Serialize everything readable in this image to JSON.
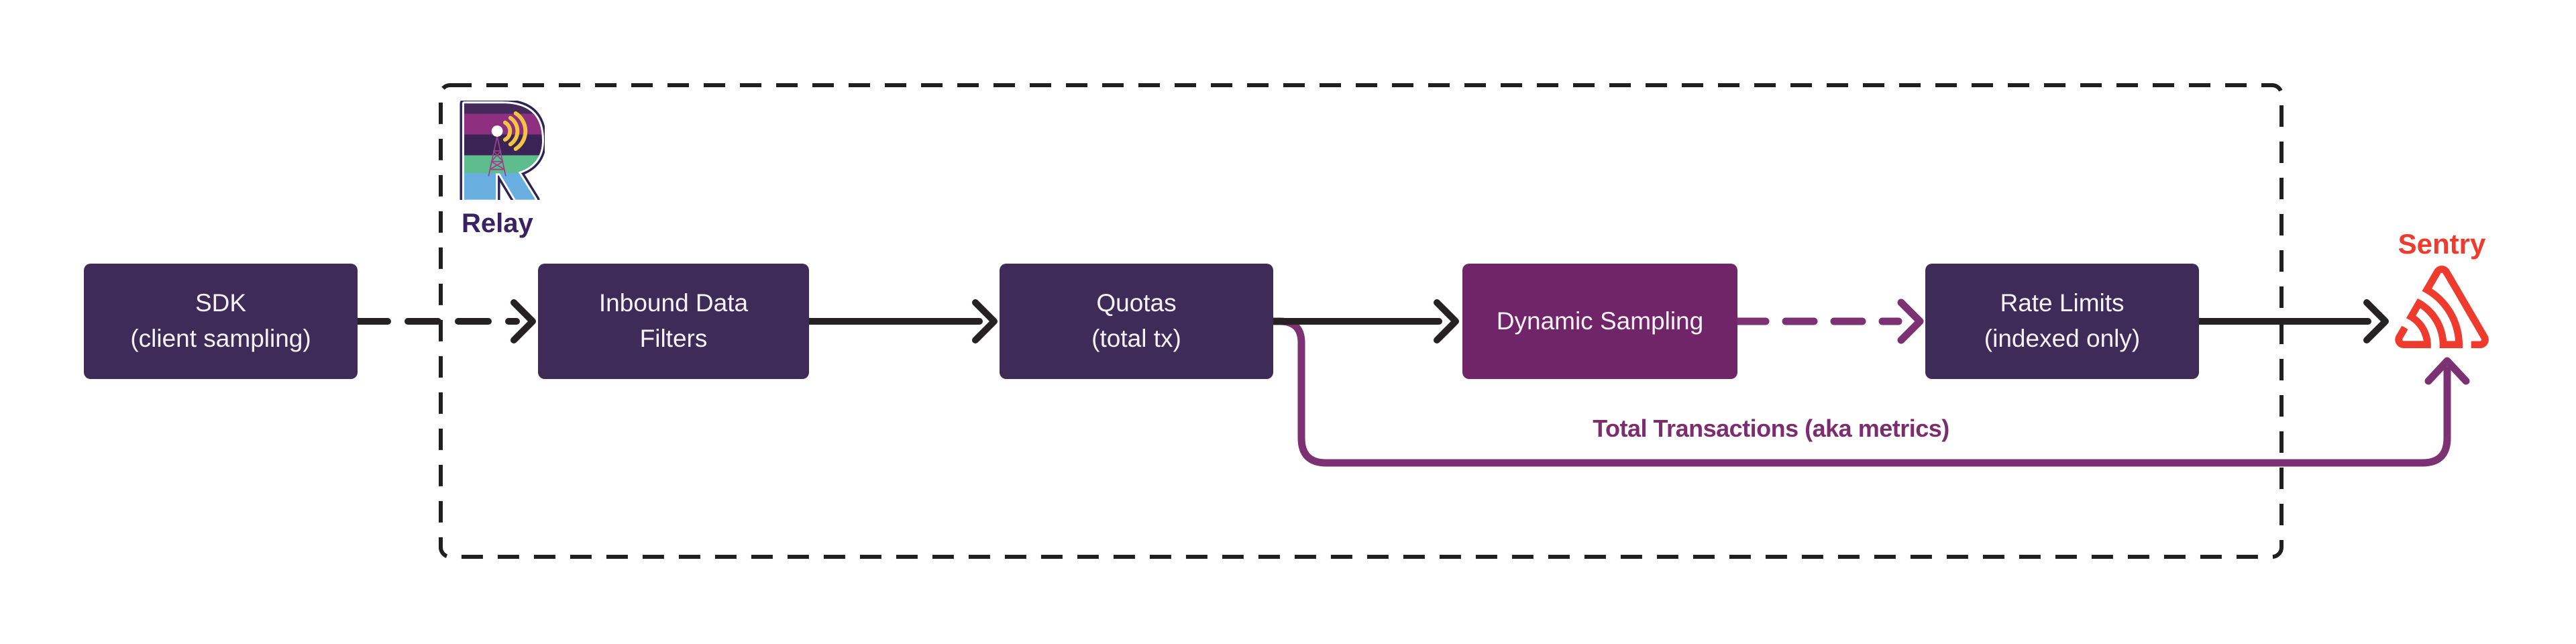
{
  "title": "Sentry Relay transaction flow diagram",
  "colors": {
    "background": "#ffffff",
    "node_fill": "#3F2B57",
    "accent_node_fill": "#6F2568",
    "node_text": "#F6F3F8",
    "arrow_black": "#262122",
    "arrow_purple": "#7C3173",
    "dashed_border": "#1F1F1F",
    "sentry_red": "#EE3B2E",
    "relay_text": "#3A2162",
    "relay_logo_yellow": "#F4C542",
    "relay_logo_green": "#5DBD8D",
    "relay_logo_blue": "#68AEDE",
    "relay_logo_magenta": "#8E2F80"
  },
  "nodes": {
    "sdk": {
      "line1": "SDK",
      "line2": "(client sampling)"
    },
    "inbound_filters": {
      "line1": "Inbound Data",
      "line2": "Filters"
    },
    "quotas": {
      "line1": "Quotas",
      "line2": "(total tx)"
    },
    "dynamic_sampling": {
      "line1": "Dynamic Sampling",
      "line2": ""
    },
    "rate_limits": {
      "line1": "Rate Limits",
      "line2": "(indexed only)"
    }
  },
  "relay": {
    "label": "Relay"
  },
  "sentry": {
    "label": "Sentry"
  },
  "edges": {
    "metrics_label": "Total Transactions (aka metrics)"
  }
}
